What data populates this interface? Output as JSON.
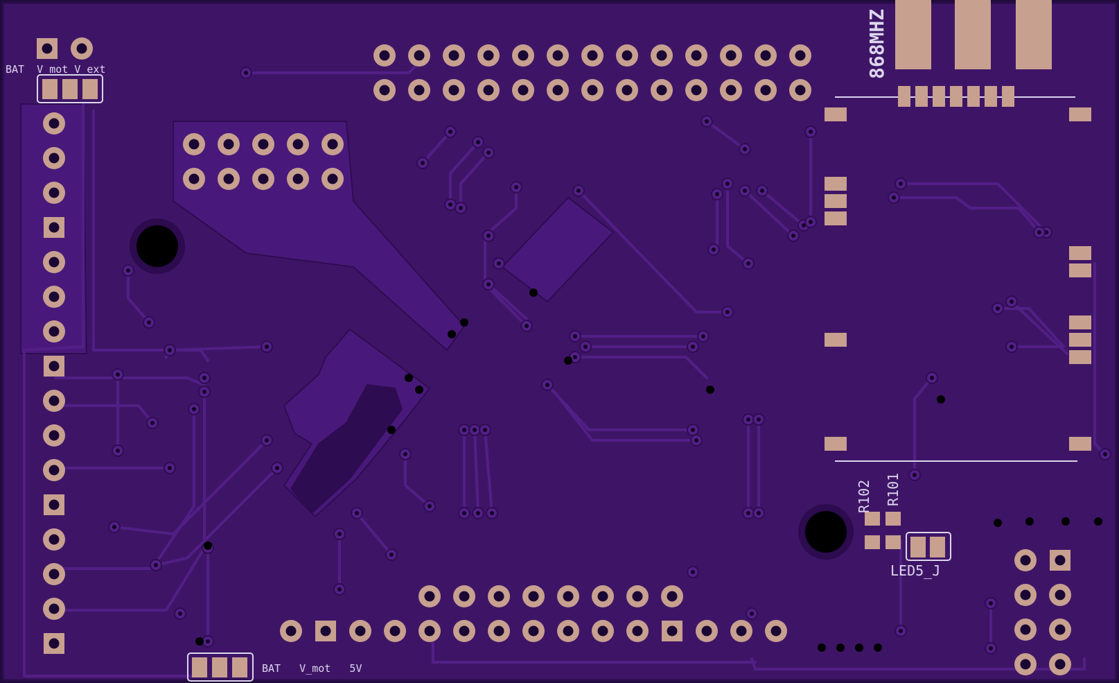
{
  "board": {
    "colors": {
      "background": "#1f0a3a",
      "soldermask": "#3e1566",
      "trace": "#521f86",
      "trace_outline": "#2f0c52",
      "pad": "#c8a090",
      "silkscreen": "#dcd6ee",
      "hole": "#000000",
      "via": "#120424"
    }
  },
  "labels": {
    "jumper_top": "BAT  V_mot V_ext",
    "jumper_bottom": "BAT   V_mot   5V",
    "antenna": "868MHZ",
    "r102": "R102",
    "r101": "R101",
    "led": "LED5_J"
  }
}
